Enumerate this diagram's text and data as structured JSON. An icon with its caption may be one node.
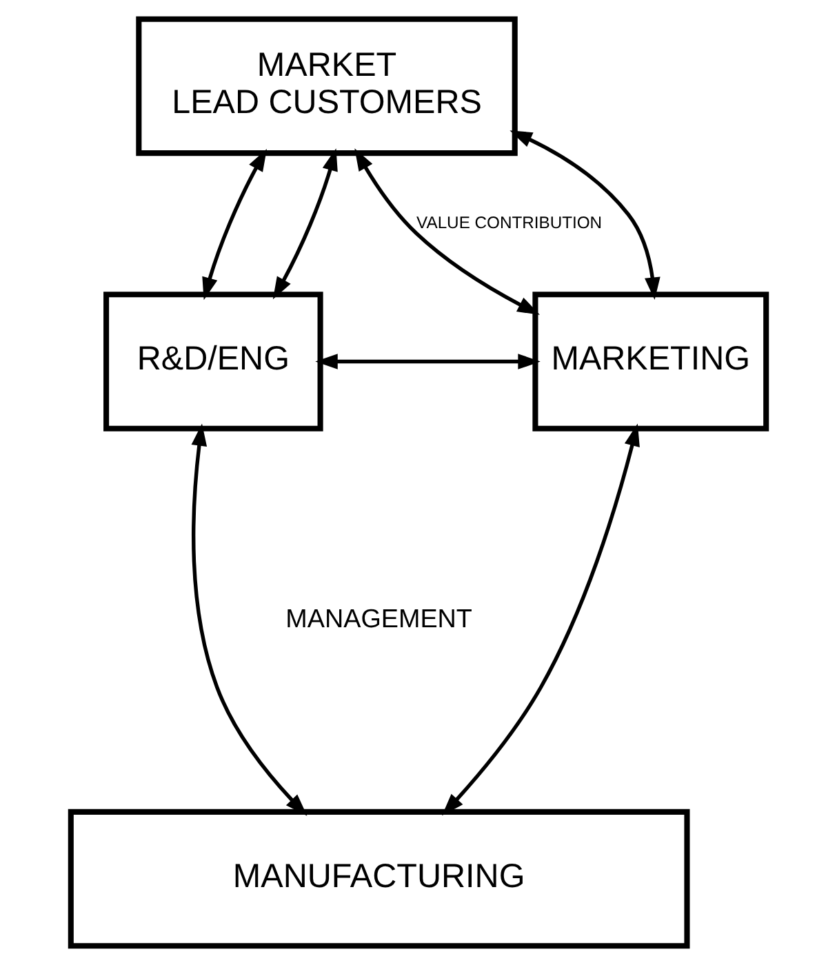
{
  "diagram": {
    "nodes": [
      {
        "text": [
          "MARKET",
          "LEAD CUSTOMERS"
        ]
      },
      {
        "text": [
          "R&D/ENG"
        ]
      },
      {
        "text": [
          "MARKETING"
        ]
      },
      {
        "text": [
          "MANUFACTURING"
        ]
      }
    ],
    "edges": [
      {
        "from": 0,
        "to": 1,
        "arrow": "both"
      },
      {
        "from": 1,
        "to": 0,
        "arrow": "both"
      },
      {
        "from": 2,
        "to": 0,
        "arrow": "both"
      },
      {
        "from": 0,
        "to": 2,
        "arrow": "both",
        "label": "VALUE CONTRIBUTION"
      },
      {
        "from": 1,
        "to": 2,
        "arrow": "both"
      },
      {
        "from": 1,
        "to": 3,
        "arrow": "both"
      },
      {
        "from": 2,
        "to": 3,
        "arrow": "both"
      }
    ],
    "labels": [
      "MANAGEMENT"
    ]
  }
}
